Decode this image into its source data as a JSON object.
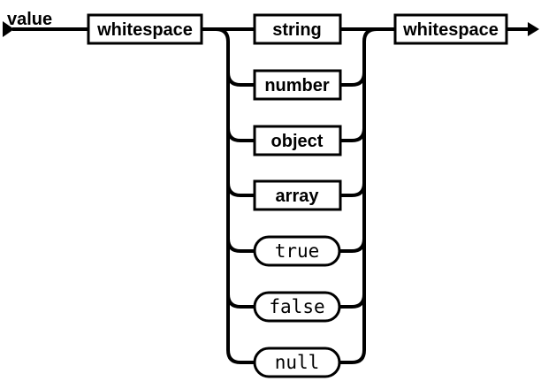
{
  "diagram": {
    "rule_name": "value",
    "kind": "railroad-syntax-diagram",
    "colors": {
      "line": "#000000",
      "background": "#ffffff",
      "box_fill": "#ffffff"
    },
    "entry_node": {
      "label": "whitespace",
      "type": "nonterminal"
    },
    "exit_node": {
      "label": "whitespace",
      "type": "nonterminal"
    },
    "branches": [
      {
        "label": "string",
        "type": "nonterminal"
      },
      {
        "label": "number",
        "type": "nonterminal"
      },
      {
        "label": "object",
        "type": "nonterminal"
      },
      {
        "label": "array",
        "type": "nonterminal"
      },
      {
        "label": "true",
        "type": "terminal"
      },
      {
        "label": "false",
        "type": "terminal"
      },
      {
        "label": "null",
        "type": "terminal"
      }
    ]
  }
}
